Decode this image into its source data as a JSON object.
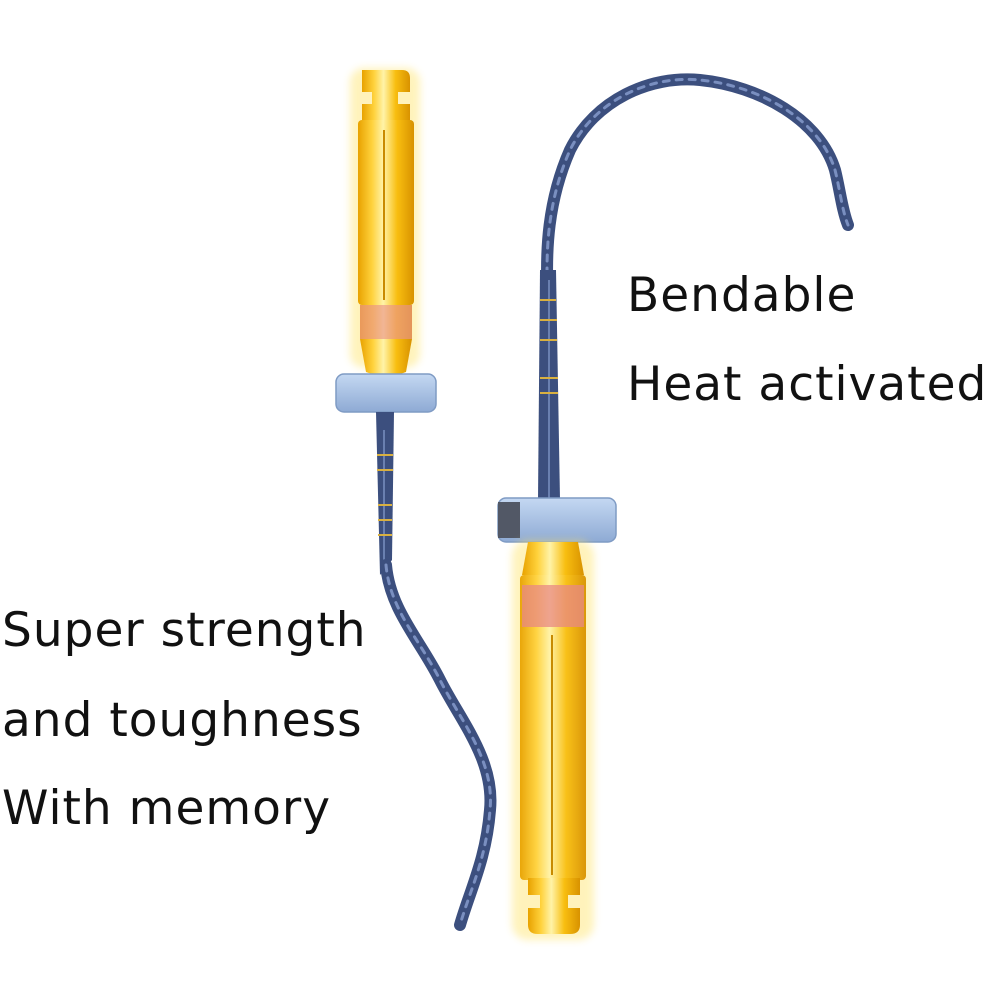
{
  "captions": {
    "right_line1": "Bendable",
    "right_line2": "Heat activated",
    "left_line1": "Super strength",
    "left_line2": "and toughness",
    "left_line3": "With memory"
  },
  "colors": {
    "background": "#ffffff",
    "handle_gold": "#f7b900",
    "handle_highlight": "#fff0a0",
    "file_blue": "#3c4f7e",
    "stopper": "#a9c4e6",
    "band_pink": "#e88a86",
    "text": "#111111"
  }
}
